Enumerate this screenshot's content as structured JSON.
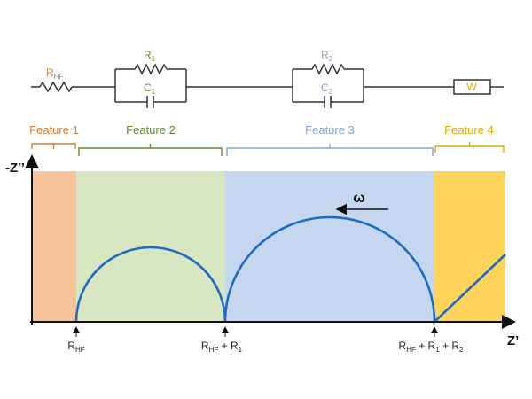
{
  "colors": {
    "feature1": "#F7C49A",
    "feature2": "#D8E6C2",
    "feature3": "#C5D7EF",
    "feature4": "#FDD35C",
    "label1": "#E07A26",
    "label2": "#5F8C2B",
    "label3": "#7EA6D8",
    "label4": "#E0A800",
    "curve": "#1F6BC2",
    "circuit": "#333333"
  },
  "circuit": {
    "rhf": {
      "main": "R",
      "sub": "HF"
    },
    "r1": {
      "main": "R",
      "sub": "1"
    },
    "c1": {
      "main": "C",
      "sub": "1"
    },
    "r2": {
      "main": "R",
      "sub": "2"
    },
    "c2": {
      "main": "C",
      "sub": "2"
    },
    "w": "W"
  },
  "features": [
    {
      "label": "Feature 1"
    },
    {
      "label": "Feature 2"
    },
    {
      "label": "Feature 3"
    },
    {
      "label": "Feature 4"
    }
  ],
  "axes": {
    "y_label": "-Z’’",
    "x_label": "Z’",
    "omega": "ω"
  },
  "ticks": {
    "t1": {
      "main": "R",
      "sub": "HF"
    },
    "t2": {
      "main": "R",
      "sub": "HF",
      "rest": " + R",
      "sub2": "1"
    },
    "t3": {
      "main": "R",
      "sub": "HF",
      "rest": " + R",
      "sub2": "1",
      "rest2": " + R",
      "sub3": "2"
    }
  }
}
